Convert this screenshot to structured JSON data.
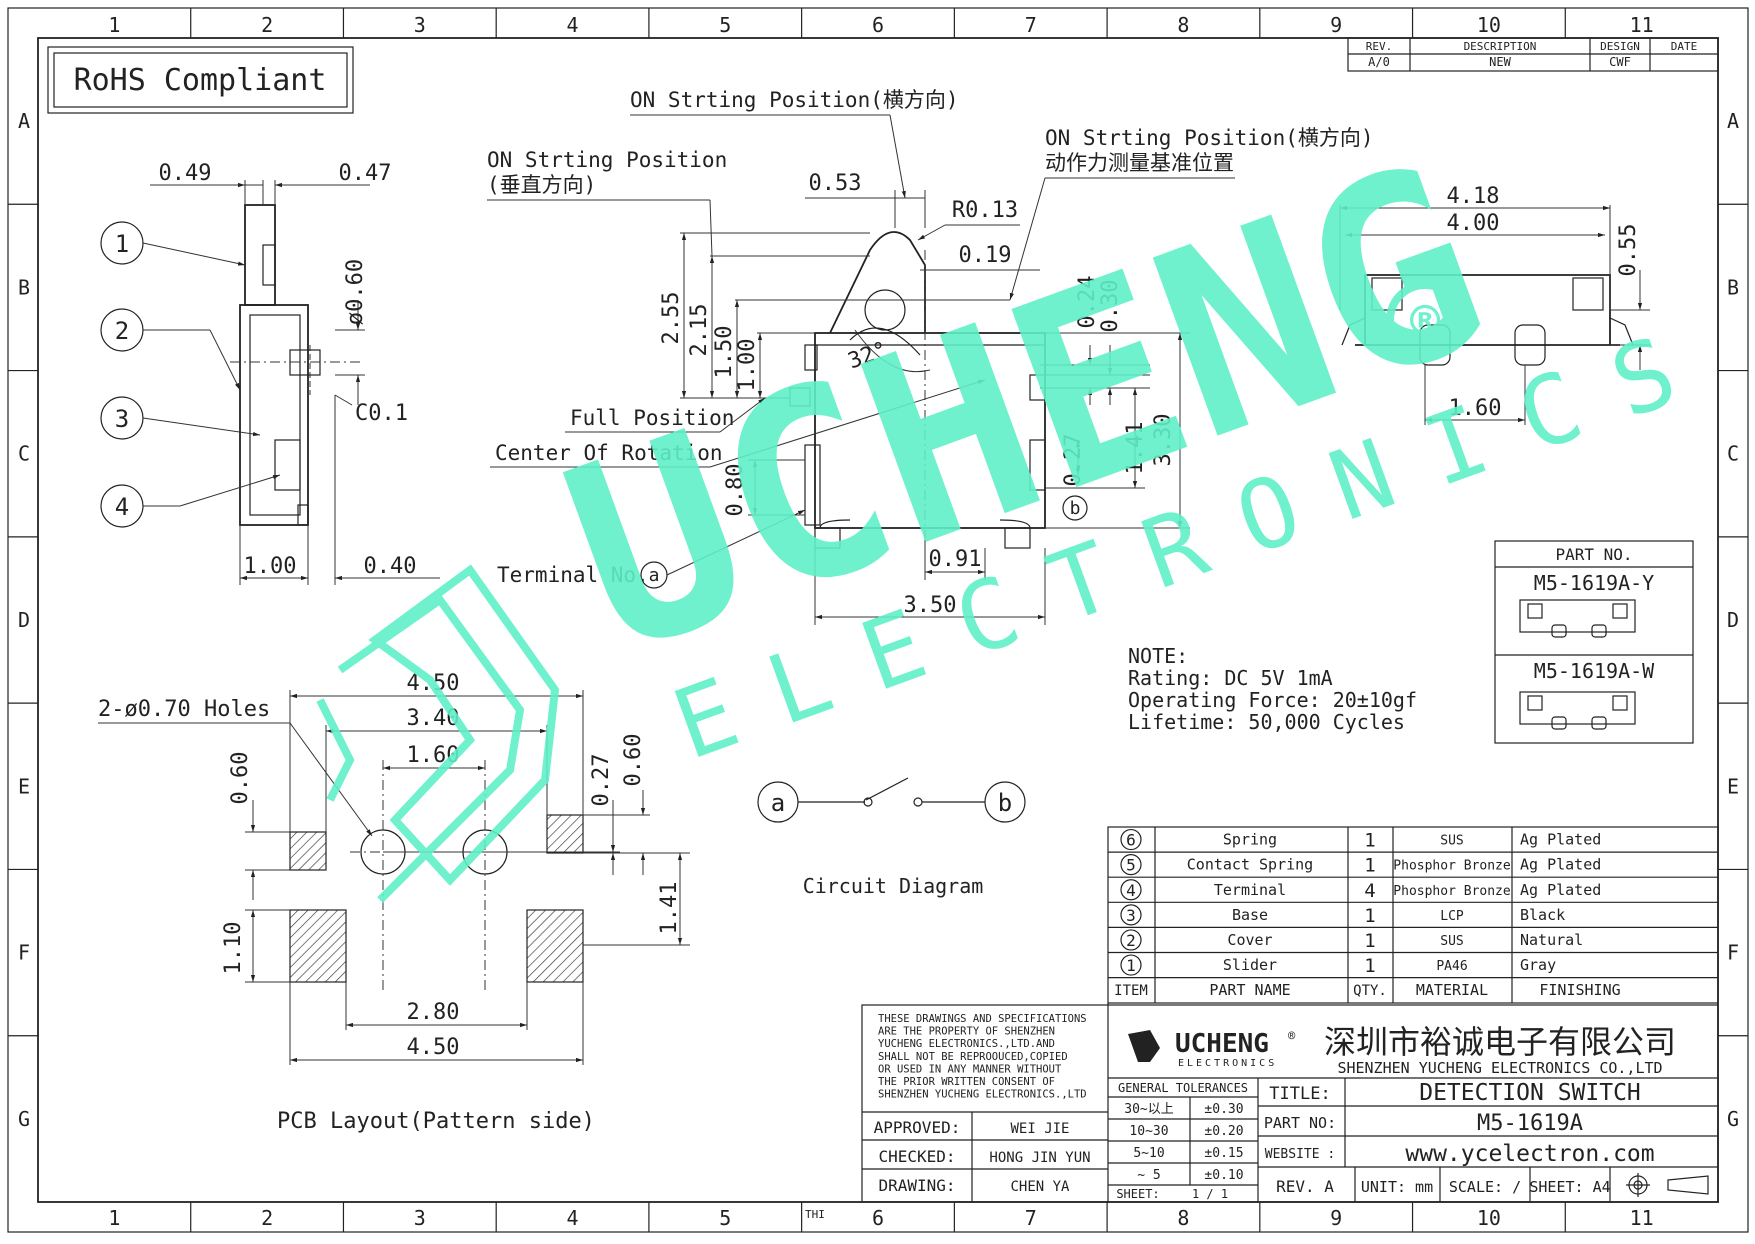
{
  "frame": {
    "col_numbers": [
      "1",
      "2",
      "3",
      "4",
      "5",
      "6",
      "7",
      "8",
      "9",
      "10",
      "11"
    ],
    "row_letters": [
      "A",
      "B",
      "C",
      "D",
      "E",
      "F",
      "G"
    ],
    "bottom_stray": "THI"
  },
  "rohs": "RoHS Compliant",
  "revision": {
    "headers": [
      "REV.",
      "DESCRIPTION",
      "DESIGN",
      "DATE"
    ],
    "row": [
      "A/0",
      "NEW",
      "CWF",
      ""
    ]
  },
  "watermark": {
    "brand": "UCHENG",
    "sub": "ELECTRONICS",
    "reg": "®",
    "color": "#5ff0c8"
  },
  "side_view": {
    "dims": [
      "0.49",
      "0.47",
      "ø0.60",
      "C0.1",
      "1.00",
      "0.40"
    ],
    "callouts": [
      "1",
      "2",
      "3",
      "4"
    ]
  },
  "front_view": {
    "labels": {
      "on_pos_h": "ON Strting Position(横方向)",
      "on_pos_v1": "ON Strting Position",
      "on_pos_v2": "(垂直方向)",
      "on_pos_r1": "ON Strting Position(横方向)",
      "on_pos_r2": "动作力测量基准位置",
      "full_pos": "Full Position",
      "center_rot": "Center Of Rotation",
      "terminal": "Terminal No."
    },
    "dims": [
      "0.53",
      "R0.13",
      "0.19",
      "2.55",
      "2.15",
      "1.50",
      "1.00",
      "32°",
      "0.24",
      "0.30",
      "1.41",
      "3.30",
      "0.27",
      "0.80",
      "0.91",
      "3.50"
    ],
    "terminal_a": "a",
    "terminal_b": "b"
  },
  "top_view": {
    "dims": [
      "4.18",
      "4.00",
      "0.55",
      "1.60"
    ]
  },
  "part_no": {
    "header": "PART NO.",
    "items": [
      "M5-1619A-Y",
      "M5-1619A-W"
    ]
  },
  "note": {
    "title": "NOTE:",
    "lines": [
      "Rating:  DC  5V  1mA",
      "Operating  Force:  20±10gf",
      "Lifetime:    50,000  Cycles"
    ]
  },
  "circuit": {
    "label": "Circuit Diagram",
    "a": "a",
    "b": "b"
  },
  "pcb": {
    "holes_label": "2-ø0.70 Holes",
    "dims": [
      "4.50",
      "3.40",
      "1.60",
      "0.60",
      "0.27",
      "0.60",
      "1.41",
      "1.10",
      "2.80",
      "4.50"
    ],
    "title": "PCB Layout(Pattern side)"
  },
  "bom": {
    "rows": [
      {
        "item": "6",
        "name": "Spring",
        "qty": "1",
        "material": "SUS",
        "finish": "Ag Plated"
      },
      {
        "item": "5",
        "name": "Contact Spring",
        "qty": "1",
        "material": "Phosphor Bronze",
        "finish": "Ag Plated"
      },
      {
        "item": "4",
        "name": "Terminal",
        "qty": "4",
        "material": "Phosphor Bronze",
        "finish": "Ag Plated"
      },
      {
        "item": "3",
        "name": "Base",
        "qty": "1",
        "material": "LCP",
        "finish": "Black"
      },
      {
        "item": "2",
        "name": "Cover",
        "qty": "1",
        "material": "SUS",
        "finish": "Natural"
      },
      {
        "item": "1",
        "name": "Slider",
        "qty": "1",
        "material": "PA46",
        "finish": "Gray"
      }
    ],
    "header": {
      "item": "ITEM",
      "name": "PART NAME",
      "qty": "QTY.",
      "material": "MATERIAL",
      "finish": "FINISHING"
    }
  },
  "title_block": {
    "disclaimer": [
      "THESE DRAWINGS AND SPECIFICATIONS",
      "ARE THE PROPERTY OF SHENZHEN",
      "YUCHENG ELECTRONICS.,LTD.AND",
      "SHALL NOT BE REPROOUCED,COPIED",
      "OR USED IN ANY MANNER WITHOUT",
      "THE PRIOR WRITTEN CONSENT OF",
      "SHENZHEN YUCHENG ELECTRONICS.,LTD"
    ],
    "logo_text": "UCHENG",
    "logo_reg": "®",
    "logo_sub": "ELECTRONICS",
    "company_cn": "深圳市裕诚电子有限公司",
    "company_en": "SHENZHEN YUCHENG ELECTRONICS CO.,LTD",
    "tolerances": {
      "header": "GENERAL TOLERANCES",
      "rows": [
        [
          "30~以上",
          "±0.30"
        ],
        [
          "10~30",
          "±0.20"
        ],
        [
          "5~10",
          "±0.15"
        ],
        [
          "~ 5",
          "±0.10"
        ]
      ]
    },
    "approved_label": "APPROVED:",
    "approved": "WEI JIE",
    "checked_label": "CHECKED:",
    "checked": "HONG JIN YUN",
    "drawing_label": "DRAWING:",
    "drawing": "CHEN YA",
    "sheet_label": "SHEET:",
    "sheet": "1 / 1",
    "title_label": "TITLE:",
    "title": "DETECTION SWITCH",
    "partno_label": "PART NO:",
    "partno": "M5-1619A",
    "website_label": "WEBSITE :",
    "website": "www.ycelectron.com",
    "rev": "REV. A",
    "unit": "UNIT: mm",
    "scale": "SCALE: /",
    "sheet_size": "SHEET: A4"
  }
}
